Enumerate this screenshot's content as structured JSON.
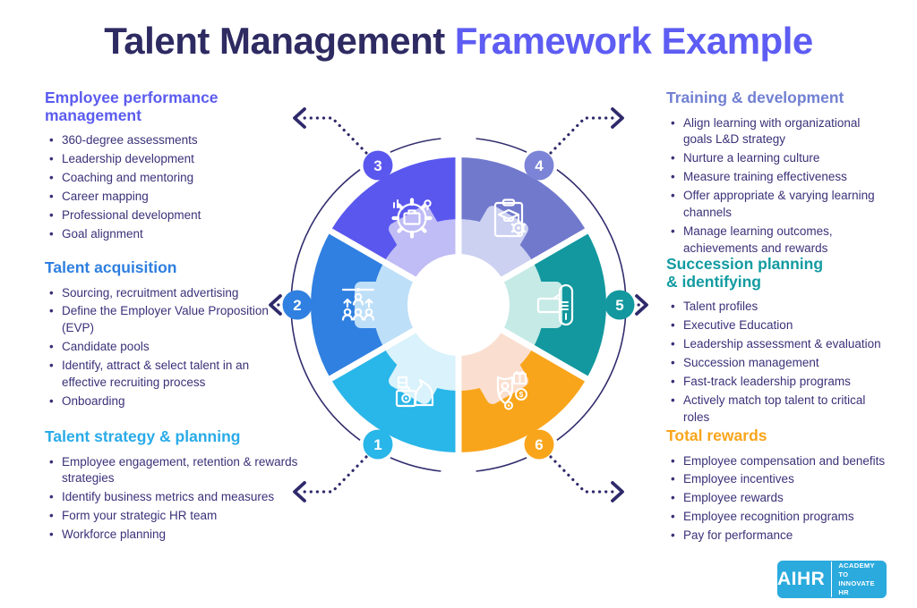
{
  "title": {
    "part1": "Talent Management",
    "part2": "Framework Example"
  },
  "colors": {
    "title_navy": "#2e2a62",
    "title_purple": "#5d5cf3",
    "body_text": "#3a3178",
    "arrow_navy": "#2f2a6b",
    "logo_blue": "#2baade"
  },
  "sections": [
    {
      "position": "left-top",
      "number": "3",
      "heading": "Employee performance management",
      "color": "#5b5bef",
      "items": [
        "360-degree assessments",
        "Leadership development",
        "Coaching and mentoring",
        "Career mapping",
        "Professional development",
        "Goal alignment"
      ]
    },
    {
      "position": "left-middle",
      "number": "2",
      "heading": "Talent acquisition",
      "color": "#2e7fe0",
      "items": [
        "Sourcing, recruitment advertising",
        "Define the Employer Value Proposition (EVP)",
        "Candidate pools",
        "Identify, attract & select talent in an effective recruiting process",
        "Onboarding"
      ]
    },
    {
      "position": "left-bottom",
      "number": "1",
      "heading": "Talent strategy & planning",
      "color": "#29abe8",
      "items": [
        "Employee engagement, retention & rewards strategies",
        "Identify business metrics and measures",
        "Form your strategic HR team",
        "Workforce planning"
      ]
    },
    {
      "position": "right-top",
      "number": "4",
      "heading": "Training & development",
      "color": "#7180d2",
      "items": [
        "Align learning with organizational goals L&D strategy",
        "Nurture a learning culture",
        "Measure training effectiveness",
        "Offer appropriate & varying learning channels",
        "Manage learning outcomes, achievements and rewards"
      ]
    },
    {
      "position": "right-middle",
      "number": "5",
      "heading": "Succession planning & identifying",
      "color": "#129ba1",
      "items": [
        "Talent profiles",
        "Executive Education",
        "Leadership assessment & evaluation",
        "Succession management",
        "Fast-track leadership programs",
        "Actively match top talent to critical roles"
      ]
    },
    {
      "position": "right-bottom",
      "number": "6",
      "heading": "Total rewards",
      "color": "#f9a51b",
      "items": [
        "Employee compensation and benefits",
        "Employee incentives",
        "Employee rewards",
        "Employee recognition programs",
        "Pay for performance"
      ]
    }
  ],
  "wheel": {
    "segments": [
      {
        "number": "1",
        "color": "#29b6e8",
        "light_color": "#d9f2fb",
        "icon": "chess-knight-briefcase-icon"
      },
      {
        "number": "2",
        "color": "#2f80e0",
        "light_color": "#bedff8",
        "icon": "people-growth-icon"
      },
      {
        "number": "3",
        "color": "#5a57ee",
        "light_color": "#c0bcf5",
        "icon": "gear-briefcase-icon"
      },
      {
        "number": "4",
        "color": "#7179cd",
        "light_color": "#ccd1f1",
        "icon": "graduation-clipboard-icon"
      },
      {
        "number": "5",
        "color": "#12989e",
        "light_color": "#c6eae6",
        "icon": "hand-baton-icon"
      },
      {
        "number": "6",
        "color": "#f9a51b",
        "light_color": "#fadfd0",
        "icon": "shield-person-reward-icon"
      }
    ]
  },
  "logo": {
    "name": "AIHR",
    "tagline_line1": "ACADEMY TO",
    "tagline_line2": "INNOVATE HR"
  }
}
